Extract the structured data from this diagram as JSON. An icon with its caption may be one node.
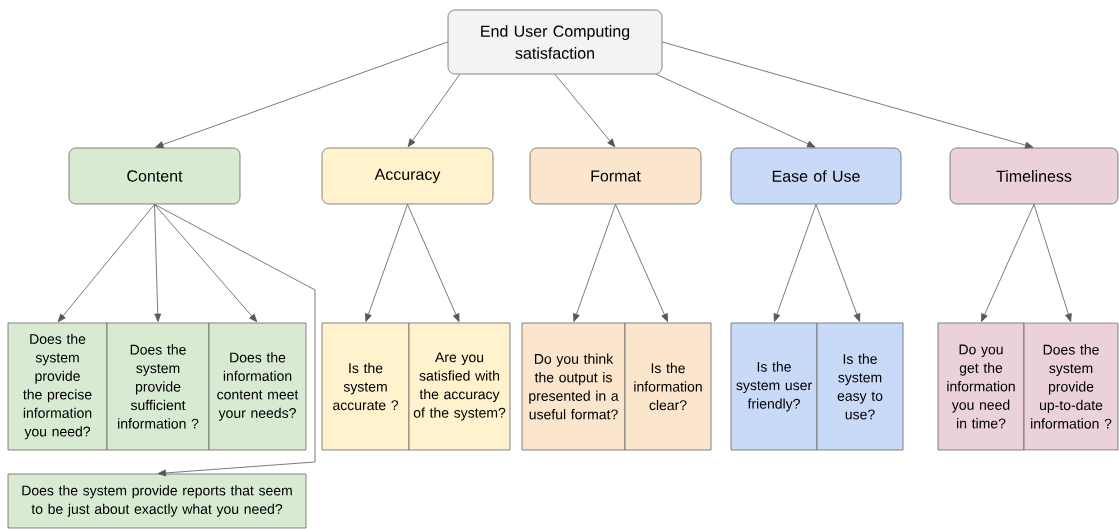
{
  "diagram": {
    "nodes": [
      {
        "text": [
          "End User Computing satisfaction"
        ]
      },
      {
        "text": [
          "Content"
        ]
      },
      {
        "text": [
          "Accuracy"
        ]
      },
      {
        "text": [
          "Format"
        ]
      },
      {
        "text": [
          "Ease of Use"
        ]
      },
      {
        "text": [
          "Timeliness"
        ]
      },
      {
        "text": [
          "Does the system provide the precise information you need?"
        ]
      },
      {
        "text": [
          "Does the system provide sufficient information ?"
        ]
      },
      {
        "text": [
          "Does the information content meet your needs?"
        ]
      },
      {
        "text": [
          "Is the system accurate ?"
        ]
      },
      {
        "text": [
          "Are you satisfied with the accuracy of the system?"
        ]
      },
      {
        "text": [
          "Do you think the output is presented in a useful format?"
        ]
      },
      {
        "text": [
          "Is the information clear?"
        ]
      },
      {
        "text": [
          "Is the system user friendly?"
        ]
      },
      {
        "text": [
          "Is the system easy to use?"
        ]
      },
      {
        "text": [
          "Do you get the information you need in time?"
        ]
      },
      {
        "text": [
          "Does the system provide up-to-date information ?"
        ]
      },
      {
        "text": [
          "Does the system provide reports that seem to be just about exactly what you need?"
        ]
      }
    ],
    "edges": [
      {
        "from": 0,
        "to": 1,
        "arrow": "to"
      },
      {
        "from": 0,
        "to": 2,
        "arrow": "to"
      },
      {
        "from": 0,
        "to": 3,
        "arrow": "to"
      },
      {
        "from": 0,
        "to": 4,
        "arrow": "to"
      },
      {
        "from": 0,
        "to": 5,
        "arrow": "to"
      },
      {
        "from": 1,
        "to": 6,
        "arrow": "to"
      },
      {
        "from": 1,
        "to": 7,
        "arrow": "to"
      },
      {
        "from": 1,
        "to": 8,
        "arrow": "to"
      },
      {
        "from": 1,
        "to": 17,
        "arrow": "to"
      },
      {
        "from": 2,
        "to": 9,
        "arrow": "to"
      },
      {
        "from": 2,
        "to": 10,
        "arrow": "to"
      },
      {
        "from": 3,
        "to": 11,
        "arrow": "to"
      },
      {
        "from": 3,
        "to": 12,
        "arrow": "to"
      },
      {
        "from": 4,
        "to": 13,
        "arrow": "to"
      },
      {
        "from": 4,
        "to": 14,
        "arrow": "to"
      },
      {
        "from": 5,
        "to": 15,
        "arrow": "to"
      },
      {
        "from": 5,
        "to": 16,
        "arrow": "to"
      }
    ]
  }
}
